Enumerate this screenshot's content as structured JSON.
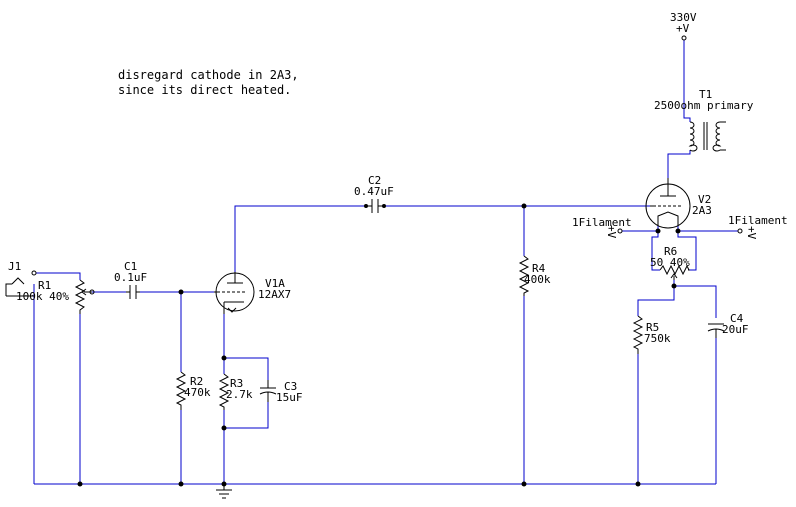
{
  "note": {
    "line1": "disregard cathode in 2A3,",
    "line2": "since its direct heated."
  },
  "supply": {
    "voltage": "330V",
    "rail": "+V"
  },
  "transformer": {
    "ref": "T1",
    "value": "2500ohm primary"
  },
  "capacitors": {
    "c1": {
      "ref": "C1",
      "value": "0.1uF"
    },
    "c2": {
      "ref": "C2",
      "value": "0.47uF"
    },
    "c3": {
      "ref": "C3",
      "value": "15uF"
    },
    "c4": {
      "ref": "C4",
      "value": "20uF"
    }
  },
  "resistors": {
    "r1": {
      "ref": "R1",
      "value": "100k 40%"
    },
    "r2": {
      "ref": "R2",
      "value": "470k"
    },
    "r3": {
      "ref": "R3",
      "value": "2.7k"
    },
    "r4": {
      "ref": "R4",
      "value": "400k"
    },
    "r5": {
      "ref": "R5",
      "value": "750k"
    },
    "r6": {
      "ref": "R6",
      "value": "50 40%"
    }
  },
  "tubes": {
    "v1": {
      "ref": "V1A",
      "value": "12AX7"
    },
    "v2": {
      "ref": "V2",
      "value": "2A3"
    }
  },
  "jack": {
    "ref": "J1"
  },
  "filaments": {
    "left": {
      "label": "1Filament",
      "v": "+V"
    },
    "right": {
      "label": "1Filament",
      "v": "+V"
    }
  },
  "colors": {
    "wire": "#0000cc",
    "component": "#000000",
    "background": "#ffffff"
  }
}
